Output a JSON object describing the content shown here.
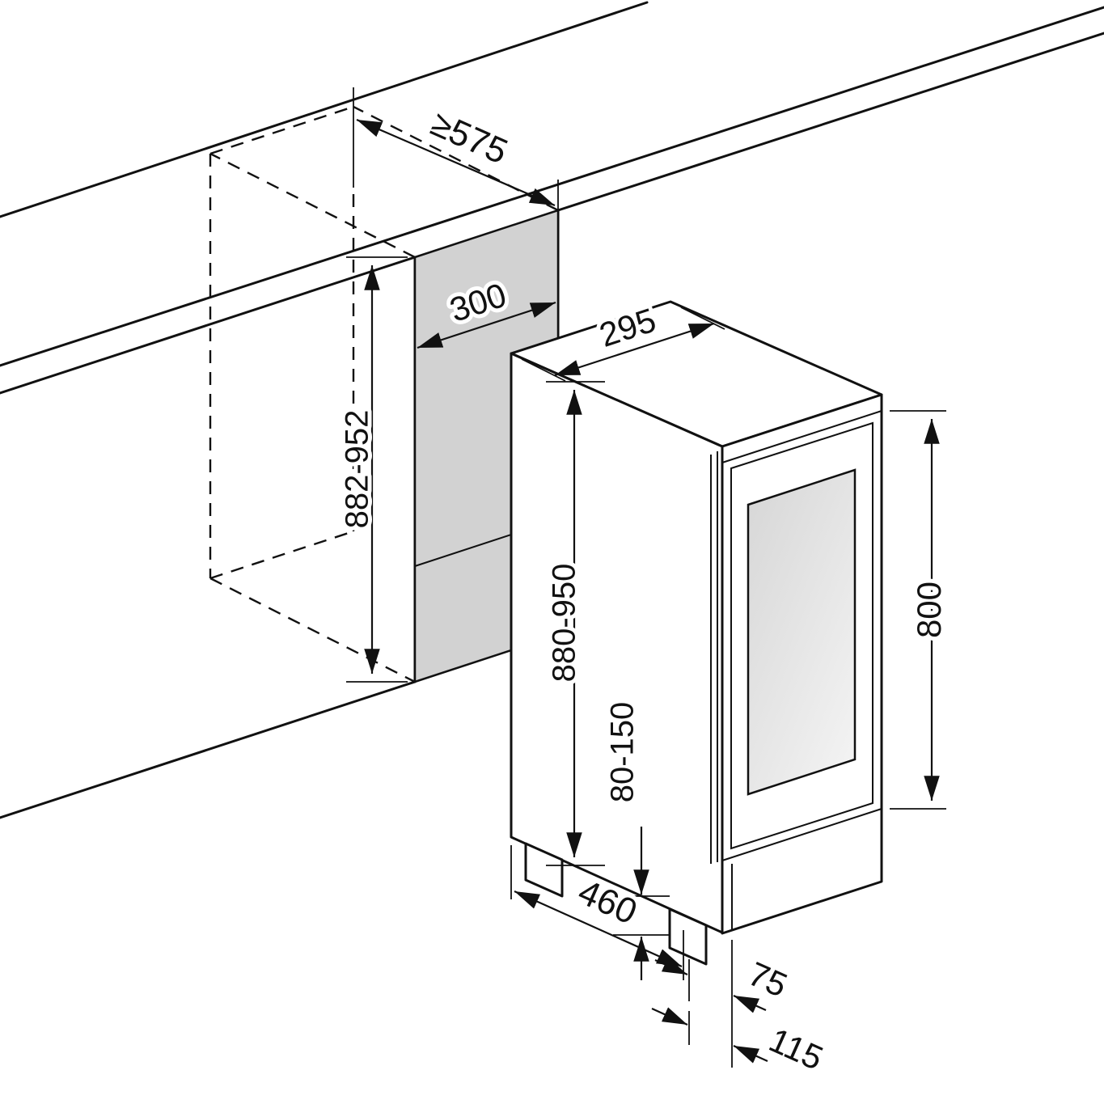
{
  "diagram": {
    "title": "Built-in appliance niche installation dimension drawing",
    "dimensions": {
      "niche_depth": "≥575",
      "niche_width": "300",
      "niche_height": "882-952",
      "appliance_width": "295",
      "appliance_height": "880-950",
      "door_height": "800",
      "leg_height": "80-150",
      "base_depth": "460",
      "plinth_recess": "75",
      "plinth_depth": "115"
    },
    "colors": {
      "line": "#111111",
      "niche_panel": "#d2d2d2",
      "glass_dark": "#d6d6d6",
      "glass_light": "#f2f2f2",
      "background": "#ffffff"
    }
  }
}
